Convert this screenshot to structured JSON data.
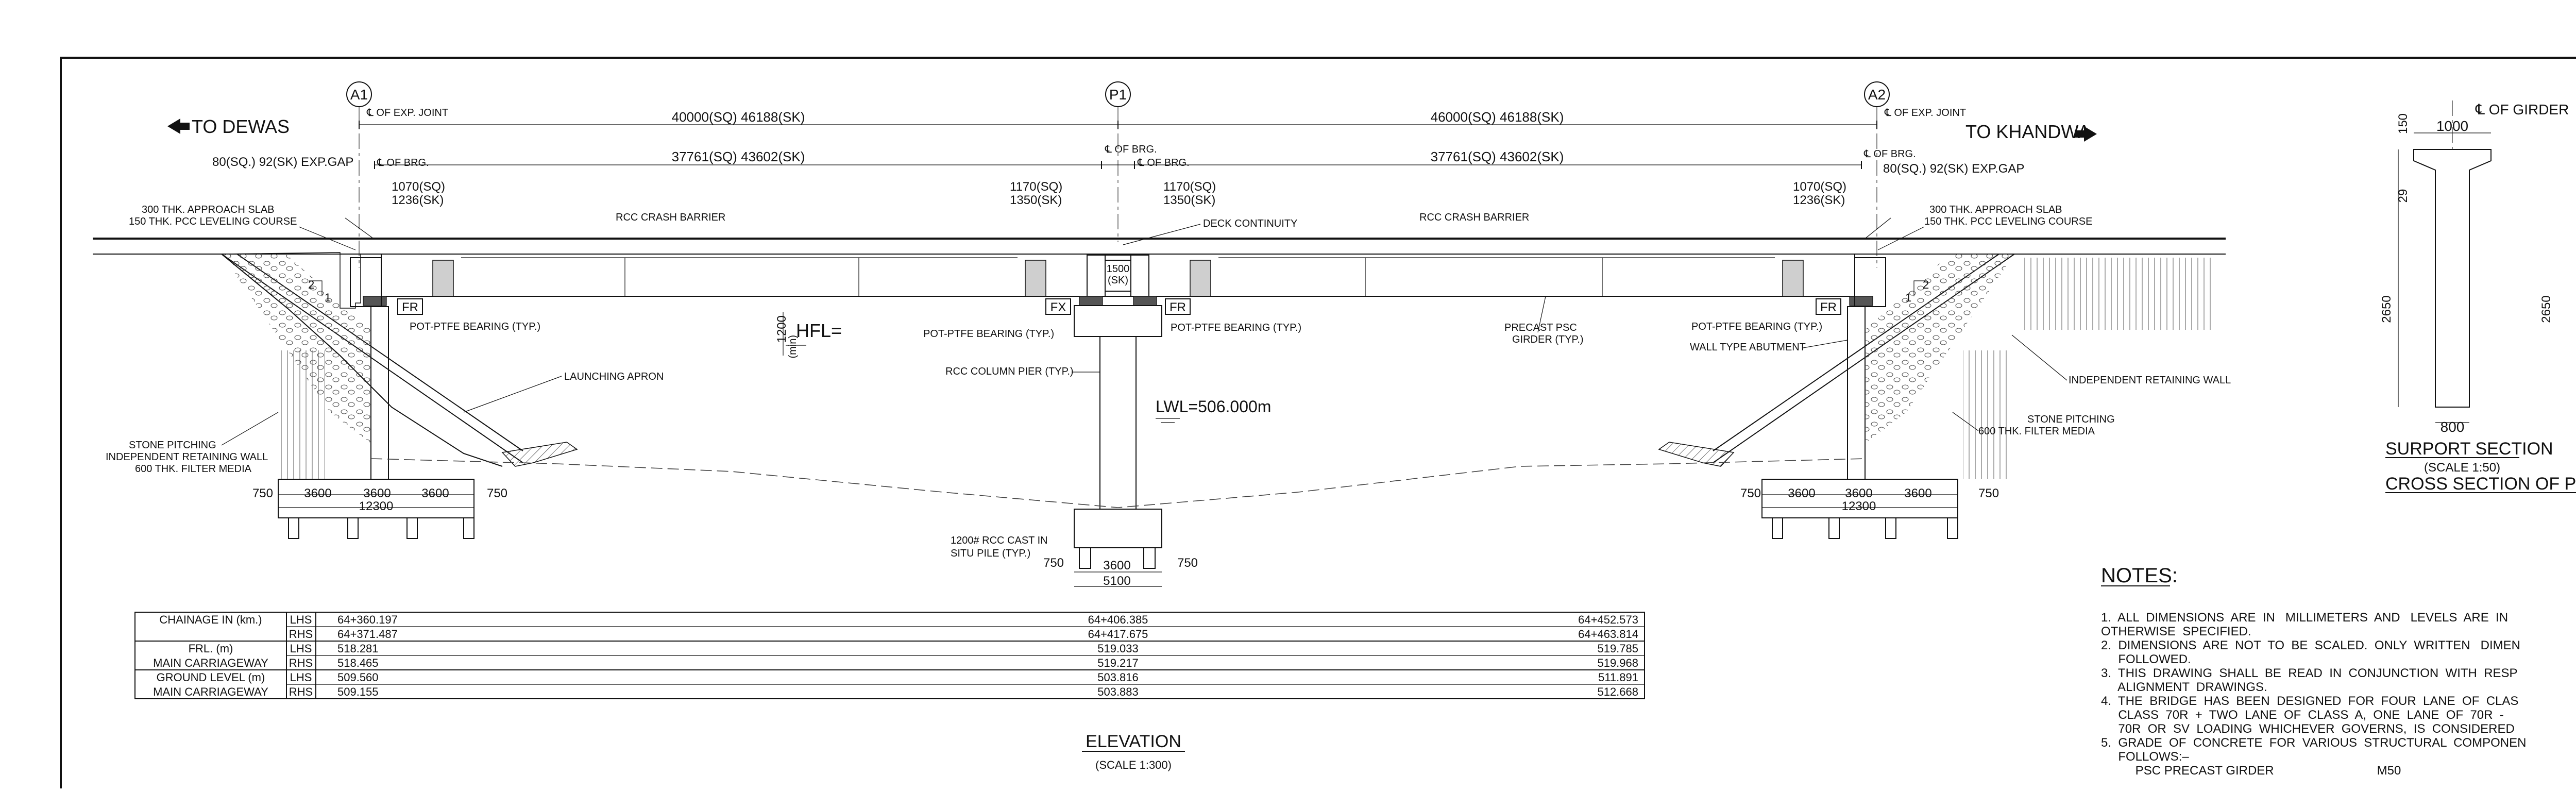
{
  "elevation": {
    "axes": {
      "a1": "A1",
      "p1": "P1",
      "a2": "A2"
    },
    "directions": {
      "left": "TO DEWAS",
      "right": "TO KHANDWA"
    },
    "span_dims": {
      "span1_total": "40000(SQ)  46188(SK)",
      "span2_total": "46000(SQ)  46188(SK)",
      "span1_brg": "37761(SQ)  43602(SK)",
      "span2_brg": "37761(SQ)  43602(SK)"
    },
    "labels": {
      "cl_exp_joint_left": "℄ OF EXP. JOINT",
      "cl_exp_joint_right": "℄ OF EXP. JOINT",
      "cl_brg_left": "℄ OF BRG.",
      "cl_brg_p1a": "℄ OF BRG.",
      "cl_brg_p1b": "℄ OF BRG.",
      "cl_brg_right": "℄ OF BRG.",
      "exp_gap_left": "80(SQ.)  92(SK)  EXP.GAP",
      "exp_gap_right": "80(SQ.)  92(SK)  EXP.GAP",
      "d1070_left_a": "1070(SQ)",
      "d1070_left_b": "1236(SK)",
      "d1170_a": "1170(SQ)",
      "d1170_b": "1350(SK)",
      "d1170_c": "1170(SQ)",
      "d1170_d": "1350(SK)",
      "d1070_right_a": "1070(SQ)",
      "d1070_right_b": "1236(SK)",
      "approach_slab_left": "300 THK. APPROACH SLAB",
      "pcc_left": "150 THK. PCC LEVELING COURSE",
      "approach_slab_right": "300 THK. APPROACH SLAB",
      "pcc_right": "150 THK. PCC LEVELING COURSE",
      "crash_barrier_1": "RCC CRASH BARRIER",
      "crash_barrier_2": "RCC CRASH BARRIER",
      "deck_continuity": "DECK CONTINUITY",
      "fr_1": "FR",
      "fx": "FX",
      "fr_2": "FR",
      "fr_3": "FR",
      "pier_cap_dim_a": "1500",
      "pier_cap_dim_b": "(SK)",
      "bearing_left": "POT-PTFE BEARING (TYP.)",
      "bearing_p1a": "POT-PTFE BEARING (TYP.)",
      "bearing_p1b": "POT-PTFE BEARING (TYP.)",
      "bearing_right": "POT-PTFE BEARING (TYP.)",
      "hfl": "HFL=",
      "min_1200": "1200",
      "min_tag": "(min)",
      "launching_apron": "LAUNCHING APRON",
      "column_pier": "RCC COLUMN PIER (TYP.)",
      "lwl": "LWL=506.000m",
      "girder_a": "PRECAST PSC",
      "girder_b": "GIRDER (TYP.)",
      "wall_abutment": "WALL TYPE ABUTMENT",
      "ind_wall_right": "INDEPENDENT RETAINING WALL",
      "stone_pitching_left": "STONE PITCHING",
      "ind_wall_left": "INDEPENDENT RETAINING WALL",
      "filter_left": "600 THK. FILTER MEDIA",
      "stone_pitching_right": "STONE PITCHING",
      "filter_right": "600 THK. FILTER MEDIA",
      "slope_2": "2",
      "slope_1": "1",
      "slope_2r": "2",
      "slope_1r": "1",
      "pile_a": "1200# RCC CAST IN",
      "pile_b": "SITU PILE (TYP.)"
    },
    "foundation_left": {
      "e1": "750",
      "s1": "3600",
      "s2": "3600",
      "s3": "3600",
      "e2": "750",
      "total": "12300"
    },
    "foundation_pier": {
      "e1": "750",
      "s1": "3600",
      "e2": "750",
      "total": "5100"
    },
    "foundation_right": {
      "e1": "750",
      "s1": "3600",
      "s2": "3600",
      "s3": "3600",
      "e2": "750",
      "total": "12300"
    },
    "title": "ELEVATION",
    "scale": "(SCALE 1:300)"
  },
  "table": {
    "rows": [
      {
        "label": "CHAINAGE IN (km.)",
        "side": "LHS",
        "a1": "64+360.197",
        "p1": "64+406.385",
        "a2": "64+452.573"
      },
      {
        "label": "",
        "side": "RHS",
        "a1": "64+371.487",
        "p1": "64+417.675",
        "a2": "64+463.814"
      },
      {
        "label": "FRL.  (m)",
        "side": "LHS",
        "a1": "518.281",
        "p1": "519.033",
        "a2": "519.785"
      },
      {
        "label": "MAIN CARRIAGEWAY",
        "side": "RHS",
        "a1": "518.465",
        "p1": "519.217",
        "a2": "519.968"
      },
      {
        "label": "GROUND LEVEL (m)",
        "side": "LHS",
        "a1": "509.560",
        "p1": "503.816",
        "a2": "511.891"
      },
      {
        "label": "MAIN CARRIAGEWAY",
        "side": "RHS",
        "a1": "509.155",
        "p1": "503.883",
        "a2": "512.668"
      }
    ]
  },
  "support_section": {
    "cl_girder": "℄ OF GIRDER",
    "top_width": "1000",
    "d150": "150",
    "d29": "29",
    "d2650": "2650",
    "d2650_b": "2650",
    "bottom_width": "800",
    "title": "SURPORT SECTION",
    "scale": "(SCALE 1:50)",
    "subtitle": "CROSS SECTION OF PR"
  },
  "notes": {
    "heading": "NOTES:",
    "lines": [
      "1.  ALL  DIMENSIONS  ARE  IN   MILLIMETERS  AND   LEVELS  ARE  IN",
      "OTHERWISE  SPECIFIED.",
      "2.  DIMENSIONS  ARE  NOT  TO  BE  SCALED.  ONLY  WRITTEN   DIMEN",
      "     FOLLOWED.",
      "3.  THIS  DRAWING  SHALL  BE  READ  IN  CONJUNCTION  WITH  RESP",
      "     ALIGNMENT  DRAWINGS.",
      "4.  THE  BRIDGE  HAS  BEEN  DESIGNED  FOR  FOUR  LANE  OF  CLAS",
      "     CLASS  70R  +  TWO  LANE  OF  CLASS  A,  ONE  LANE  OF  70R  -",
      "     70R  OR  SV  LOADING  WHICHEVER  GOVERNS,  IS  CONSIDERED",
      "5.  GRADE  OF  CONCRETE  FOR  VARIOUS  STRUCTURAL  COMPONEN",
      "     FOLLOWS:–",
      "          PSC PRECAST GIRDER                              M50"
    ]
  }
}
